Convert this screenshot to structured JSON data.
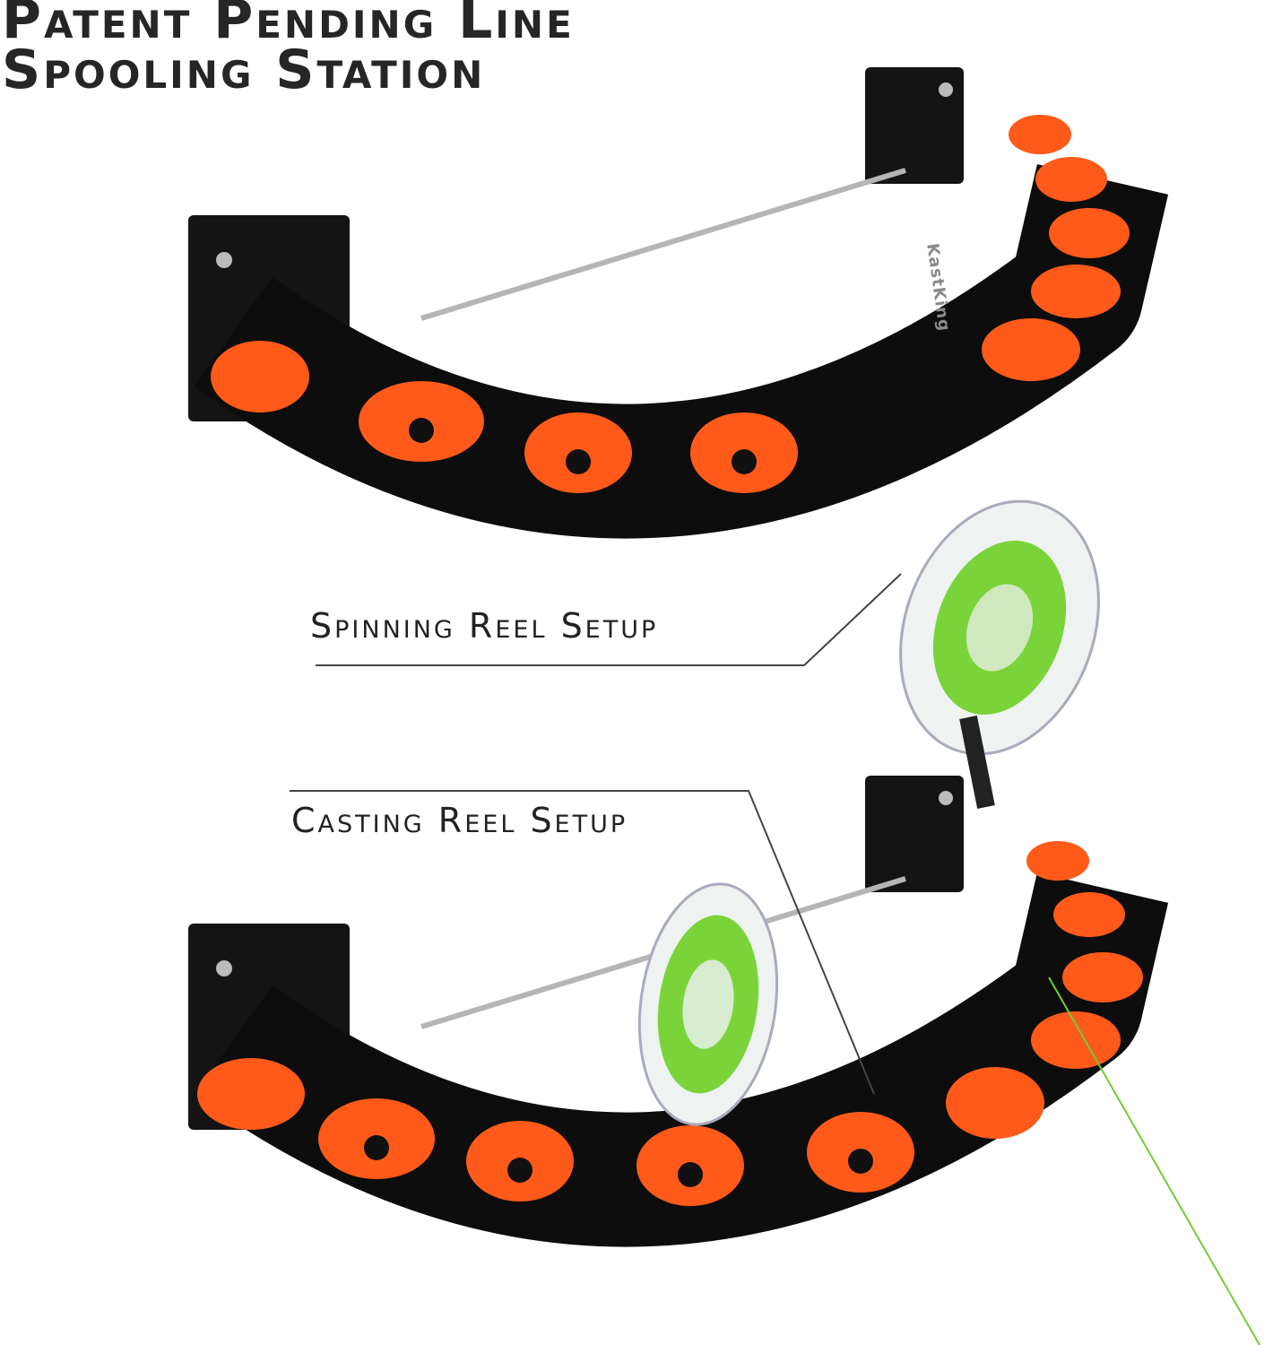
{
  "title": {
    "line1": "Patent Pending Line",
    "line2": "Spooling Station"
  },
  "callouts": {
    "spinning": "Spinning Reel Setup",
    "casting": "Casting Reel Setup"
  },
  "brand_mark": "KastKing",
  "colors": {
    "body": "#111111",
    "accent": "#ff5a1a",
    "line": "#6fcf2f",
    "text": "#262626"
  }
}
